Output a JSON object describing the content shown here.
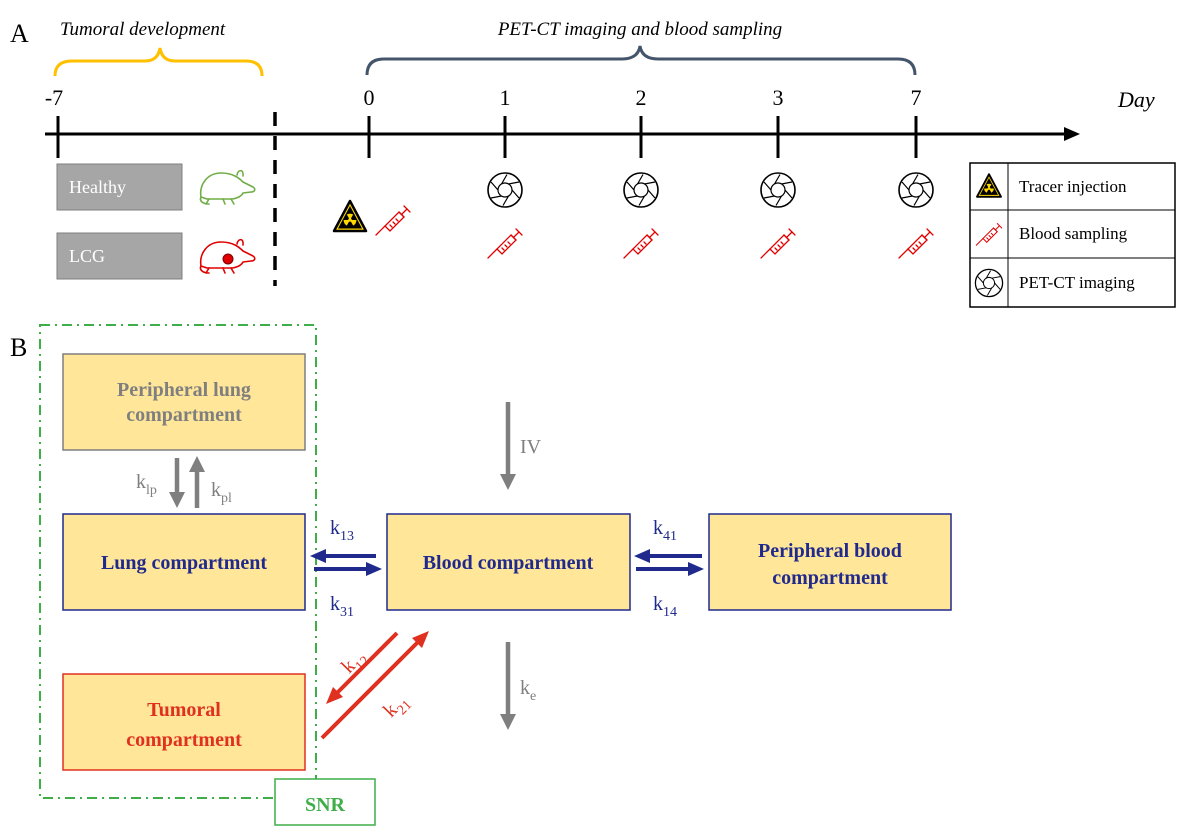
{
  "panel_a": {
    "label": "A",
    "phase_tumoral": "Tumoral development",
    "phase_imaging": "PET-CT imaging and blood sampling",
    "axis_label": "Day",
    "days": [
      "-7",
      "0",
      "1",
      "2",
      "3",
      "7"
    ],
    "groups": [
      {
        "name": "Healthy",
        "icon": "mouse-outline-icon",
        "color": "#70ad47"
      },
      {
        "name": "LCG",
        "icon": "mouse-tumor-icon",
        "color": "#e00000"
      }
    ],
    "legend": [
      {
        "icon": "radiation-icon",
        "label": "Tracer injection"
      },
      {
        "icon": "syringe-icon",
        "label": "Blood sampling"
      },
      {
        "icon": "camera-shutter-icon",
        "label": "PET-CT imaging"
      }
    ],
    "colors": {
      "tumoral_brace": "#ffc000",
      "imaging_brace": "#44546a",
      "syringe": "#e00000"
    }
  },
  "panel_b": {
    "label": "B",
    "compartments": {
      "peripheral_lung": {
        "line1": "Peripheral lung",
        "line2": "compartment"
      },
      "lung": "Lung compartment",
      "blood": "Blood compartment",
      "peripheral_blood": {
        "line1": "Peripheral blood",
        "line2": "compartment"
      },
      "tumoral": {
        "line1": "Tumoral",
        "line2": "compartment"
      }
    },
    "rates": {
      "klp": {
        "base": "k",
        "sub": "lp"
      },
      "kpl": {
        "base": "k",
        "sub": "pl"
      },
      "k13": {
        "base": "k",
        "sub": "13"
      },
      "k31": {
        "base": "k",
        "sub": "31"
      },
      "k41": {
        "base": "k",
        "sub": "41"
      },
      "k14": {
        "base": "k",
        "sub": "14"
      },
      "k12": {
        "base": "k",
        "sub": "12"
      },
      "k21": {
        "base": "k",
        "sub": "21"
      },
      "ke": {
        "base": "k",
        "sub": "e"
      }
    },
    "iv_label": "IV",
    "snr_label": "SNR",
    "colors": {
      "box_fill": "#ffe699",
      "navy": "#1f2a8c",
      "red": "#e03020",
      "grey": "#7f7f7f",
      "green": "#3fae49",
      "text_grey": "#7f7f7f"
    }
  }
}
